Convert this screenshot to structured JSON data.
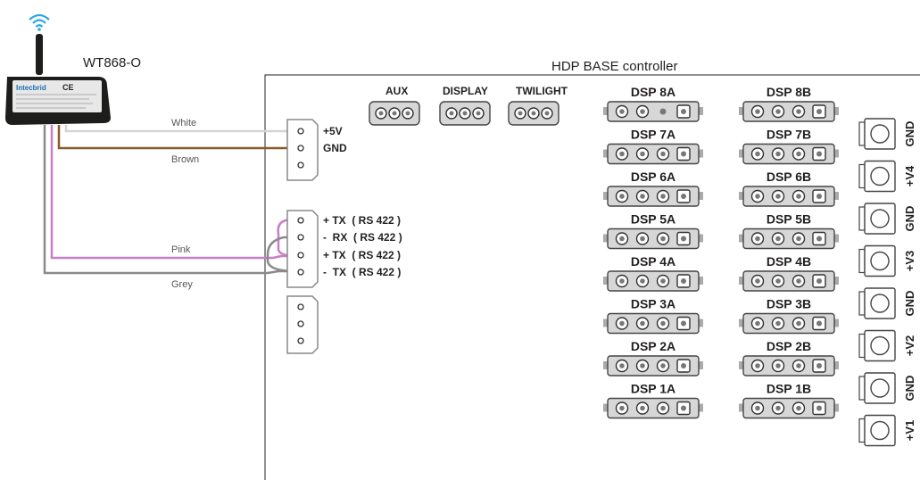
{
  "device": {
    "name": "WT868-O",
    "brand": "Intecbrid",
    "ce_mark": "CE"
  },
  "controller": {
    "title": "HDP BASE controller"
  },
  "wires": {
    "white": "White",
    "brown": "Brown",
    "pink": "Pink",
    "grey": "Grey"
  },
  "power_terminal": {
    "v5": "+5V",
    "gnd": "GND"
  },
  "rs422": {
    "pins": [
      "+ TX  ( RS 422 )",
      "-  RX  ( RS 422 )",
      "+ TX  ( RS 422 )",
      "-  TX  ( RS 422 )"
    ]
  },
  "aux_connectors": [
    {
      "label": "AUX"
    },
    {
      "label": "DISPLAY"
    },
    {
      "label": "TWILIGHT"
    }
  ],
  "dsp_left": [
    "DSP 8A",
    "DSP 7A",
    "DSP 6A",
    "DSP 5A",
    "DSP 4A",
    "DSP 3A",
    "DSP 2A",
    "DSP 1A"
  ],
  "dsp_right": [
    "DSP 8B",
    "DSP 7B",
    "DSP 6B",
    "DSP 5B",
    "DSP 4B",
    "DSP 3B",
    "DSP 2B",
    "DSP 1B"
  ],
  "side_terminals": [
    "GND",
    "+V4",
    "GND",
    "+V3",
    "GND",
    "+V2",
    "GND",
    "+V1"
  ]
}
